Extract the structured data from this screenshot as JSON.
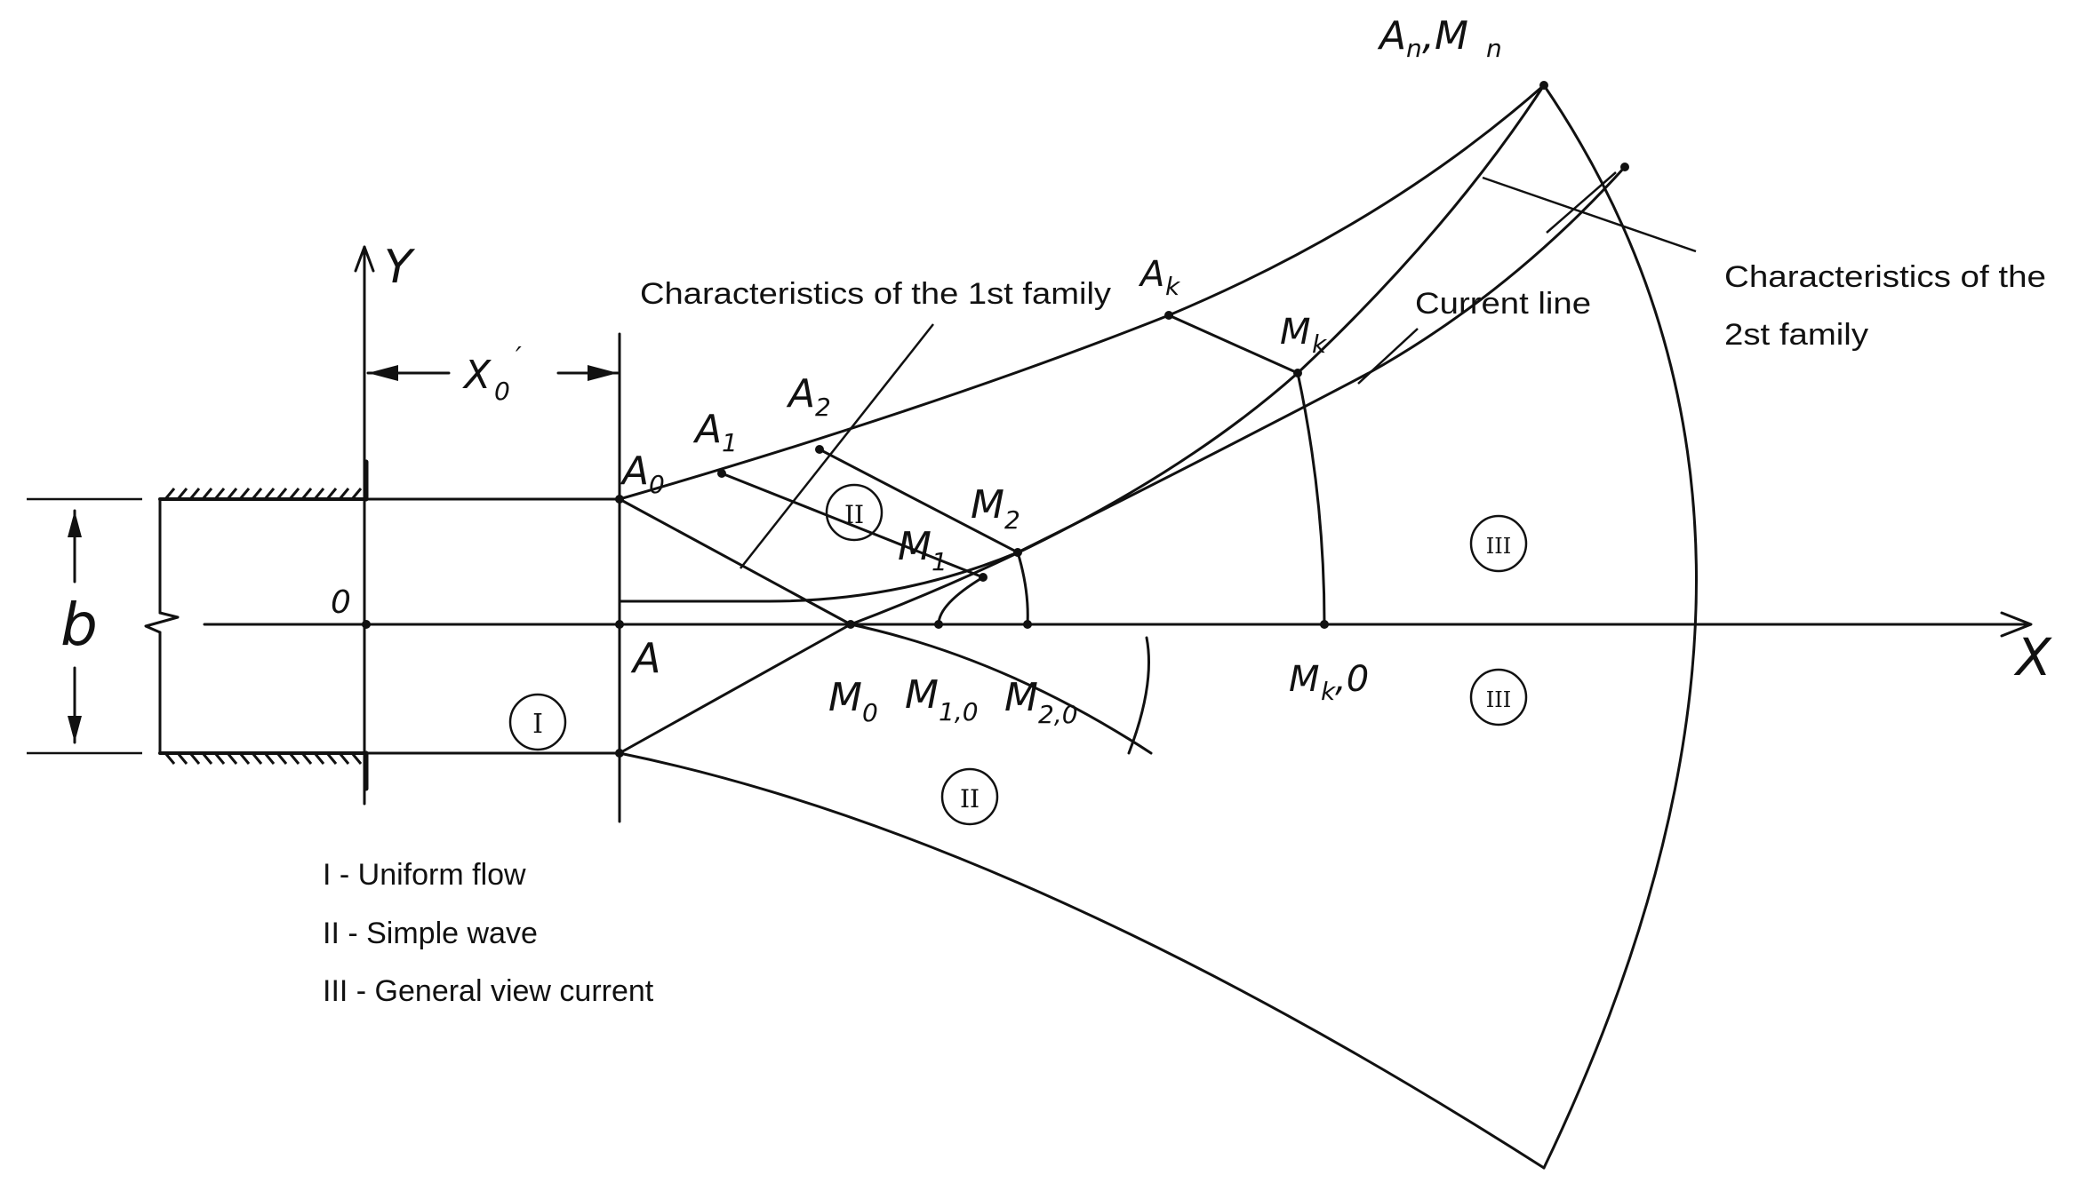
{
  "axes": {
    "y_label": "Y",
    "x_label": "X",
    "origin_label": "0",
    "offset_label": "X",
    "offset_sub": "0",
    "offset_sup": "′",
    "width_label": "b"
  },
  "points": {
    "A": "A",
    "A0": "A",
    "A0_sub": "0",
    "A1": "A",
    "A1_sub": "1",
    "A2": "A",
    "A2_sub": "2",
    "Ak": "A",
    "Ak_sub": "k",
    "AnMn": "A",
    "AnMn_sub1": "n",
    "AnMn_mid": ",M",
    "AnMn_sub2": "n",
    "Mk": "M",
    "Mk_sub": "k",
    "M1": "M",
    "M1_sub": "1",
    "M2": "M",
    "M2_sub": "2",
    "M0": "M",
    "M0_sub": "0",
    "M10": "M",
    "M10_sub": "1,0",
    "M20": "M",
    "M20_sub": "2,0",
    "Mk0": "M",
    "Mk0_sub": "k",
    "Mk0_tail": ",0"
  },
  "annotations": {
    "char_first": "Characteristics of the 1st family",
    "current_line": "Current line",
    "char_second_1": "Characteristics of the",
    "char_second_2": "2st family"
  },
  "regions": {
    "r1": "I",
    "r2_top": "II",
    "r2_bottom": "II",
    "r3_top": "III",
    "r3_bottom": "III"
  },
  "legend": [
    "I - Uniform flow",
    "II - Simple wave",
    "III - General view current"
  ]
}
